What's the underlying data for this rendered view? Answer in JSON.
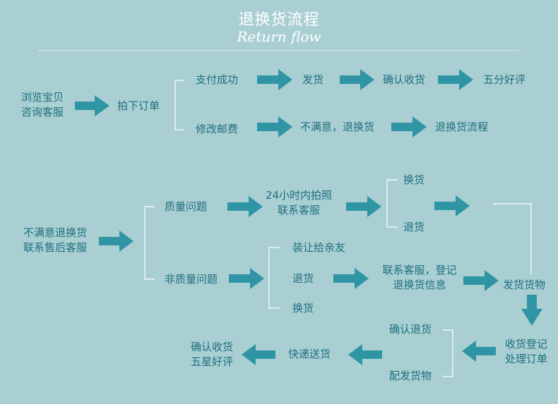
{
  "header": {
    "title": "退换货流程",
    "subtitle": "Return flow"
  },
  "flow_top": {
    "start_line1": "浏览宝贝",
    "start_line2": "咨询客服",
    "order": "拍下订单",
    "pay_success": "支付成功",
    "ship": "发货",
    "confirm_receipt": "确认收货",
    "five_star": "五分好评",
    "modify_postage": "修改邮费",
    "unsatisfied_return": "不满意，退换货",
    "return_flow": "退换货流程"
  },
  "flow_bottom": {
    "start_line1": "不满意退换货",
    "start_line2": "联系售后客服",
    "quality_issue": "质量问题",
    "contact_24h_line1": "24小时内拍照",
    "contact_24h_line2": "联系客服",
    "exchange": "换货",
    "refund": "退货",
    "non_quality_issue": "非质量问题",
    "gift_to_friend": "装让给亲友",
    "refund2": "退货",
    "exchange2": "换货",
    "register_line1": "联系客服，登记",
    "register_line2": "退换货信息",
    "ship_goods": "发货货物",
    "receive_line1": "收货登记",
    "receive_line2": "处理订单",
    "confirm_refund": "确认退货",
    "dispatch_goods": "配发货物",
    "express_ship": "快递送货",
    "final_line1": "确认收货",
    "final_line2": "五星好评"
  },
  "colors": {
    "background": "#a9cfd3",
    "arrow": "#2f95a4",
    "text": "#1e6f7e",
    "line": "#ffffff"
  }
}
